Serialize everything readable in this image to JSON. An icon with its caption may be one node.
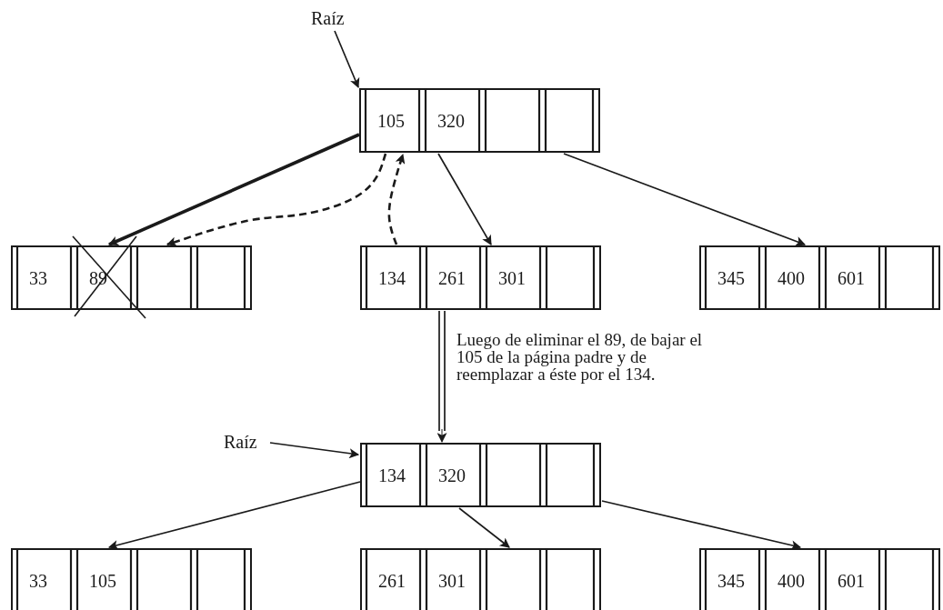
{
  "diagram": {
    "nodes": [
      {
        "text": [
          "Raíz"
        ]
      },
      {
        "text": [
          "105",
          "320"
        ]
      },
      {
        "text": [
          "33",
          "89"
        ]
      },
      {
        "text": [
          "134",
          "261",
          "301"
        ]
      },
      {
        "text": [
          "345",
          "400",
          "601"
        ]
      },
      {
        "text": [
          "Raíz"
        ]
      },
      {
        "text": [
          "134",
          "320"
        ]
      },
      {
        "text": [
          "33",
          "105"
        ]
      },
      {
        "text": [
          "261",
          "301"
        ]
      },
      {
        "text": [
          "345",
          "400",
          "601"
        ]
      }
    ],
    "edges": [
      {
        "from": 0,
        "to": 1,
        "arrow": "to"
      },
      {
        "from": 1,
        "to": 2,
        "arrow": "to",
        "style": "thick"
      },
      {
        "from": 1,
        "to": 2,
        "arrow": "to",
        "style": "dashed"
      },
      {
        "from": 1,
        "to": 3,
        "arrow": "to"
      },
      {
        "from": 1,
        "to": 4,
        "arrow": "to"
      },
      {
        "from": 3,
        "to": 1,
        "arrow": "to",
        "style": "dashed"
      },
      {
        "from": 3,
        "to": 6,
        "arrow": "to",
        "label": "Luego de eliminar el 89, de bajar el 105 de la página padre y de reemplazar a éste por el 134."
      },
      {
        "from": 5,
        "to": 6,
        "arrow": "to"
      },
      {
        "from": 6,
        "to": 7,
        "arrow": "to"
      },
      {
        "from": 6,
        "to": 8,
        "arrow": "to"
      },
      {
        "from": 6,
        "to": 9,
        "arrow": "to"
      }
    ]
  }
}
